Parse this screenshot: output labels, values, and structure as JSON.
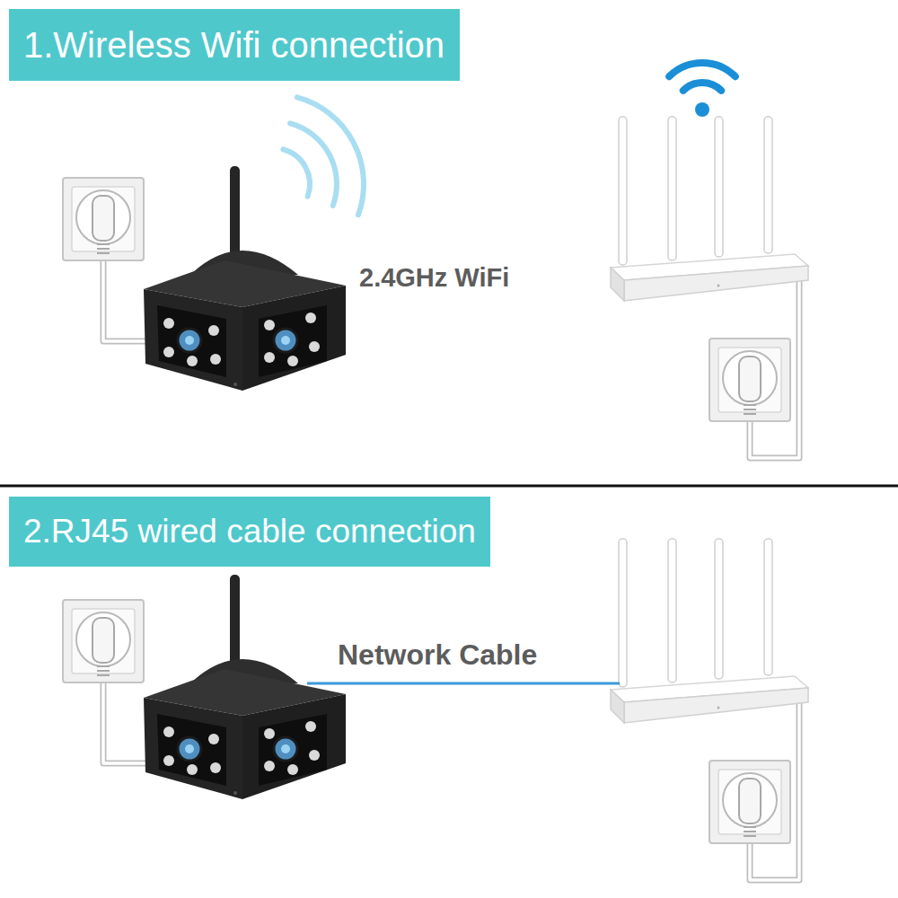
{
  "diagram": {
    "nodes": [
      {
        "text": [
          "1.Wireless Wifi connection"
        ]
      },
      {
        "text": [
          "2.RJ45 wired cable connection"
        ]
      }
    ],
    "labels": [
      "2.4GHz WiFi",
      "Network Cable"
    ]
  }
}
